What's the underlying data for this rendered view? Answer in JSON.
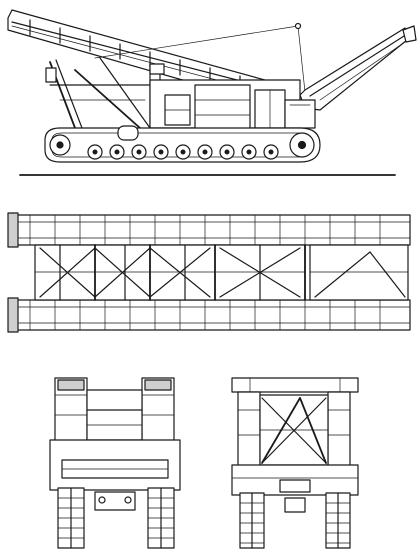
{
  "drawing": {
    "views": [
      {
        "name": "side-elevation"
      },
      {
        "name": "plan-view"
      },
      {
        "name": "front-elevation"
      },
      {
        "name": "rear-elevation"
      }
    ],
    "colors": {
      "ink": "#1a1a1a",
      "paper": "#ffffff",
      "shade": "#cfcfcf"
    }
  }
}
